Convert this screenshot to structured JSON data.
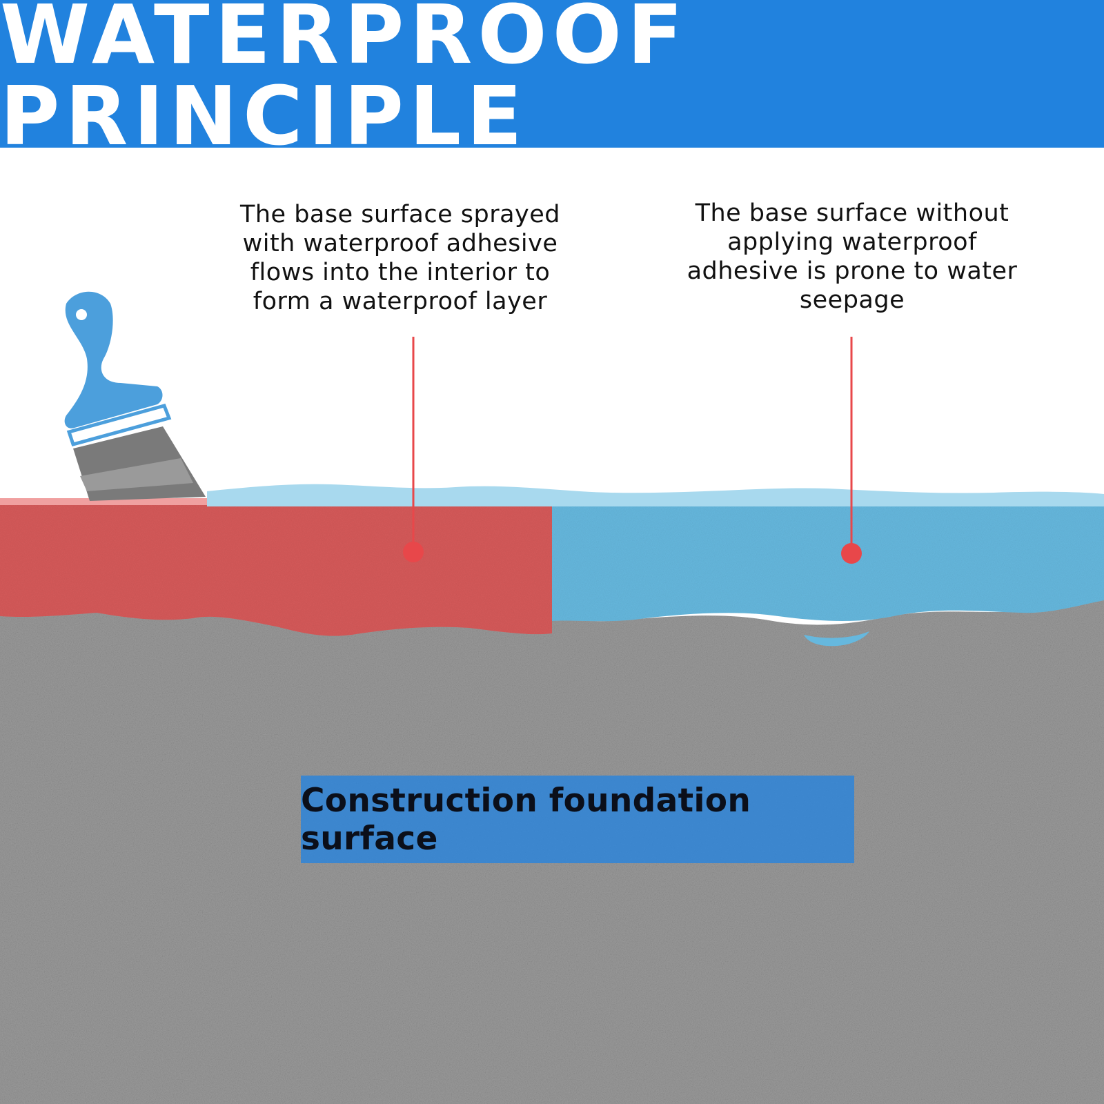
{
  "header": {
    "title": "WATERPROOF PRINCIPLE"
  },
  "callouts": {
    "left": "The base surface sprayed with waterproof adhesive flows into the interior to form a waterproof layer",
    "right": "The base surface without applying waterproof adhesive is prone to water seepage"
  },
  "foundation": {
    "label": "Construction foundation surface"
  },
  "colors": {
    "header": "#2182de",
    "coated_layer": "#d65a5a",
    "water": "#6bbde2",
    "concrete": "#9a9a9a",
    "pointer": "#e8474a",
    "brush_handle": "#4c9fdc"
  },
  "icons": {
    "brush": "paintbrush-icon"
  }
}
